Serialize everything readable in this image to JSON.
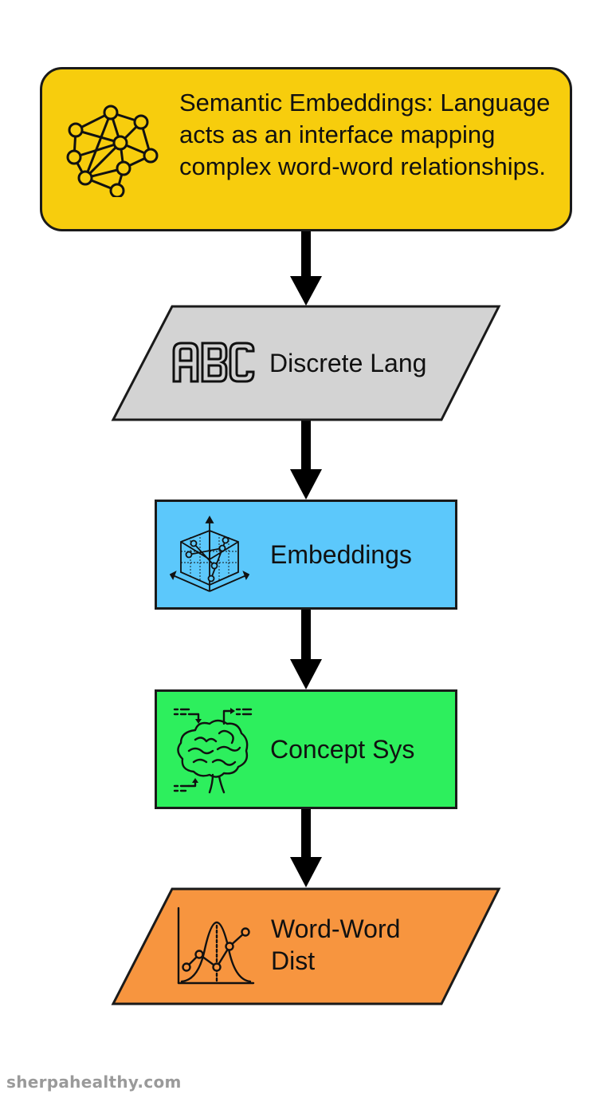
{
  "diagram": {
    "nodes": [
      {
        "id": "title",
        "shape": "rounded-rectangle",
        "color": "#f7cd0d",
        "icon": "network-graph-icon",
        "text": "Semantic Embeddings: Language acts as an interface mapping complex word-word relationships."
      },
      {
        "id": "discrete",
        "shape": "parallelogram",
        "color": "#d3d3d3",
        "icon": "abc-letters-icon",
        "text": "Discrete Lang"
      },
      {
        "id": "embeddings",
        "shape": "rectangle",
        "color": "#5cc8fb",
        "icon": "3d-vector-space-icon",
        "text": "Embeddings"
      },
      {
        "id": "concept",
        "shape": "rectangle",
        "color": "#2def5d",
        "icon": "brain-icon",
        "text": "Concept Sys"
      },
      {
        "id": "worddist",
        "shape": "parallelogram",
        "color": "#f7953f",
        "icon": "distribution-curve-icon",
        "text_line1": "Word-Word",
        "text_line2": "Dist"
      }
    ],
    "edges": [
      {
        "from": "title",
        "to": "discrete"
      },
      {
        "from": "discrete",
        "to": "embeddings"
      },
      {
        "from": "embeddings",
        "to": "concept"
      },
      {
        "from": "concept",
        "to": "worddist"
      }
    ]
  },
  "footer": {
    "watermark": "sherpahealthy.com"
  }
}
